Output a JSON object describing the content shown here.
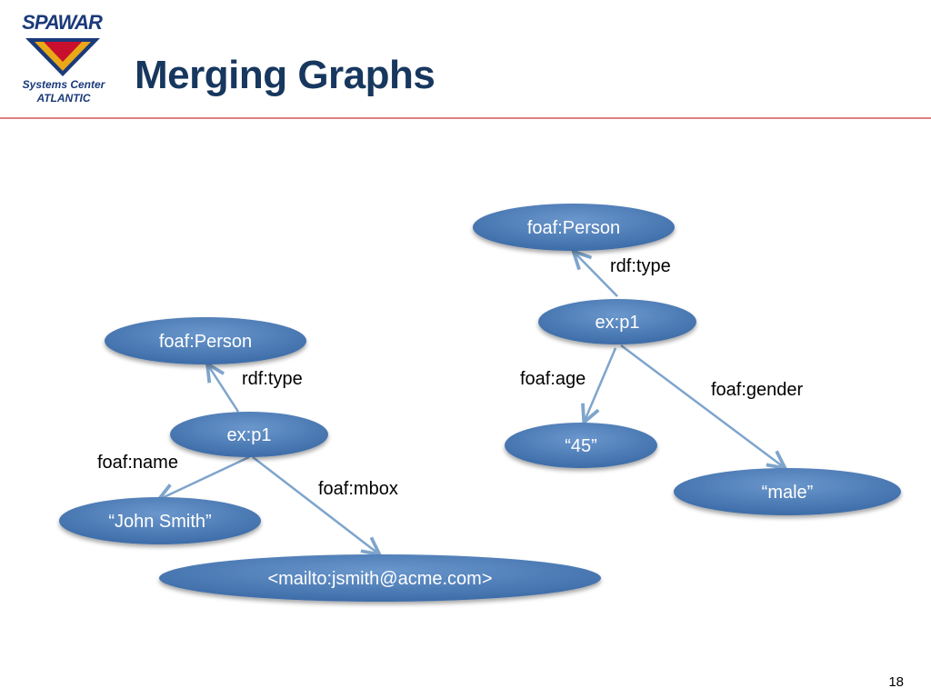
{
  "logo": {
    "wordmark": "SPAWAR",
    "line1": "Systems Center",
    "line2": "ATLANTIC",
    "colors": {
      "navy": "#1b3a7a",
      "red": "#c8102e",
      "gold": "#e8a817"
    }
  },
  "title": "Merging Graphs",
  "page_number": "18",
  "colors": {
    "node_fill": "#4f7fb8",
    "edge": "#7ea5cc",
    "title": "#17375e",
    "rule": "#e08080"
  },
  "graph_left": {
    "nodes": {
      "person": "foaf:Person",
      "p1": "ex:p1",
      "name": "“John Smith”",
      "mbox": "<mailto:jsmith@acme.com>"
    },
    "edges": {
      "type": "rdf:type",
      "name": "foaf:name",
      "mbox": "foaf:mbox"
    }
  },
  "graph_right": {
    "nodes": {
      "person": "foaf:Person",
      "p1": "ex:p1",
      "age": "“45”",
      "gender": "“male”"
    },
    "edges": {
      "type": "rdf:type",
      "age": "foaf:age",
      "gender": "foaf:gender"
    }
  }
}
